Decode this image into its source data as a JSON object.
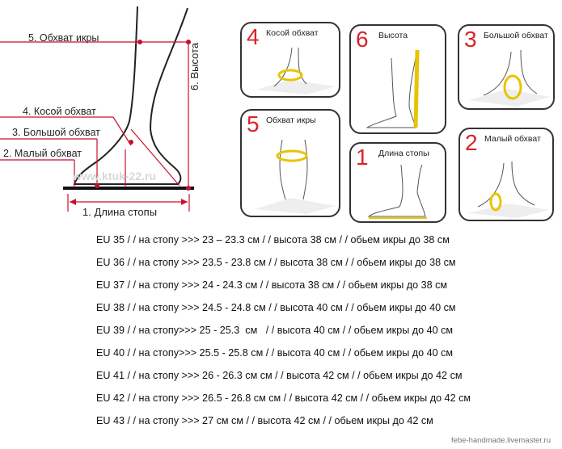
{
  "diagram": {
    "labels": {
      "m5": "5. Обхват икры",
      "m4": "4. Косой обхват",
      "m3": "3. Большой обхват",
      "m2": "2. Малый обхват",
      "m1": "1. Длина стопы",
      "m6": "6. Высота"
    },
    "watermark": "www.ktuk-22.ru"
  },
  "panels": [
    {
      "num": "4",
      "title": "Косой обхват"
    },
    {
      "num": "6",
      "title": "Высота"
    },
    {
      "num": "3",
      "title": "Большой обхват"
    },
    {
      "num": "5",
      "title": "Обхват икры"
    },
    {
      "num": "1",
      "title": "Длина стопы"
    },
    {
      "num": "2",
      "title": "Малый обхват"
    }
  ],
  "size_table": [
    "EU 35 / / на стопу >>> 23 – 23.3 см / / высота 38 см / / обьем икры до 38 см",
    "EU 36 / / на стопу >>> 23.5 - 23.8 см / / высота 38 см / / обьем икры до 38 см",
    "EU 37 / / на стопу >>> 24 - 24.3 см / / высота 38 см / / обьем икры до 38 см",
    "EU 38 / / на стопу >>> 24.5 - 24.8 см / / высота 40 см / / обьем икры до 40 см",
    "EU 39 / / на стопу>>> 25 - 25.3  см   / / высота 40 см / / обьем икры до 40 см",
    "EU 40 / / на стопу>>> 25.5 - 25.8 см / / высота 40 см / / обьем икры до 40 см",
    "EU 41 / / на стопу >>> 26 - 26.3 см см / / высота 42 см / / обьем икры до 42 см",
    "EU 42 / / на стопу >>> 26.5 - 26.8 см см / / высота 42 см / / обьем икры до 42 см",
    "EU 43 / / на стопу >>> 27 см см / / высота 42 см / / обьем икры до 42 см"
  ],
  "credit": "febe-handmade.livemaster.ru"
}
